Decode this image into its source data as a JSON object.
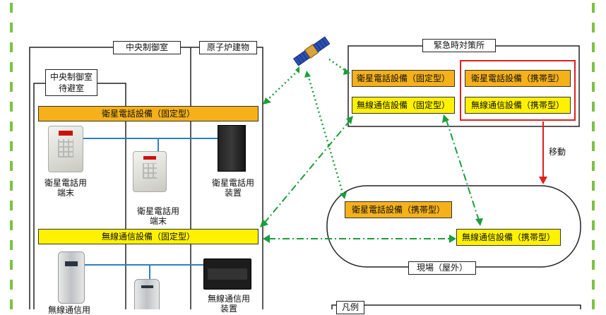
{
  "labels": {
    "central_control_room": "中央制御室",
    "reactor_building": "原子炉建物",
    "evacuation_room_line1": "中央制御室",
    "evacuation_room_line2": "待避室",
    "emergency_center": "緊急時対策所",
    "field": "現場（屋外）",
    "move": "移動",
    "legend_title": "凡例"
  },
  "bars": {
    "sat_fixed": "衛星電話設備（固定型）",
    "radio_fixed": "無線通信設備（固定型）",
    "ec_sat_fixed": "衛星電話設備（固定型）",
    "ec_radio_fixed": "無線通信設備（固定型）",
    "ec_sat_portable": "衛星電話設備（携帯型）",
    "ec_radio_portable": "無線通信設備（携帯型）",
    "field_sat_portable": "衛星電話設備（携帯型）",
    "field_radio_portable": "無線通信設備（携帯型）"
  },
  "devices": {
    "sat_terminal_1": [
      "衛星電話用",
      "端末"
    ],
    "sat_terminal_2": [
      "衛星電話用",
      "端末"
    ],
    "sat_unit": [
      "衛星電話用",
      "装置"
    ],
    "radio_terminal_1": [
      "無線通信用"
    ],
    "radio_unit": [
      "無線通信用",
      "装置"
    ]
  },
  "colors": {
    "orange": "#f5b11a",
    "yellow": "#fff200",
    "green_dashed": "#7dc242",
    "link_green": "#1a9e3a",
    "red": "#e02020",
    "wire_blue": "#2e7fc3"
  },
  "icons": {
    "satellite": "satellite-icon"
  }
}
